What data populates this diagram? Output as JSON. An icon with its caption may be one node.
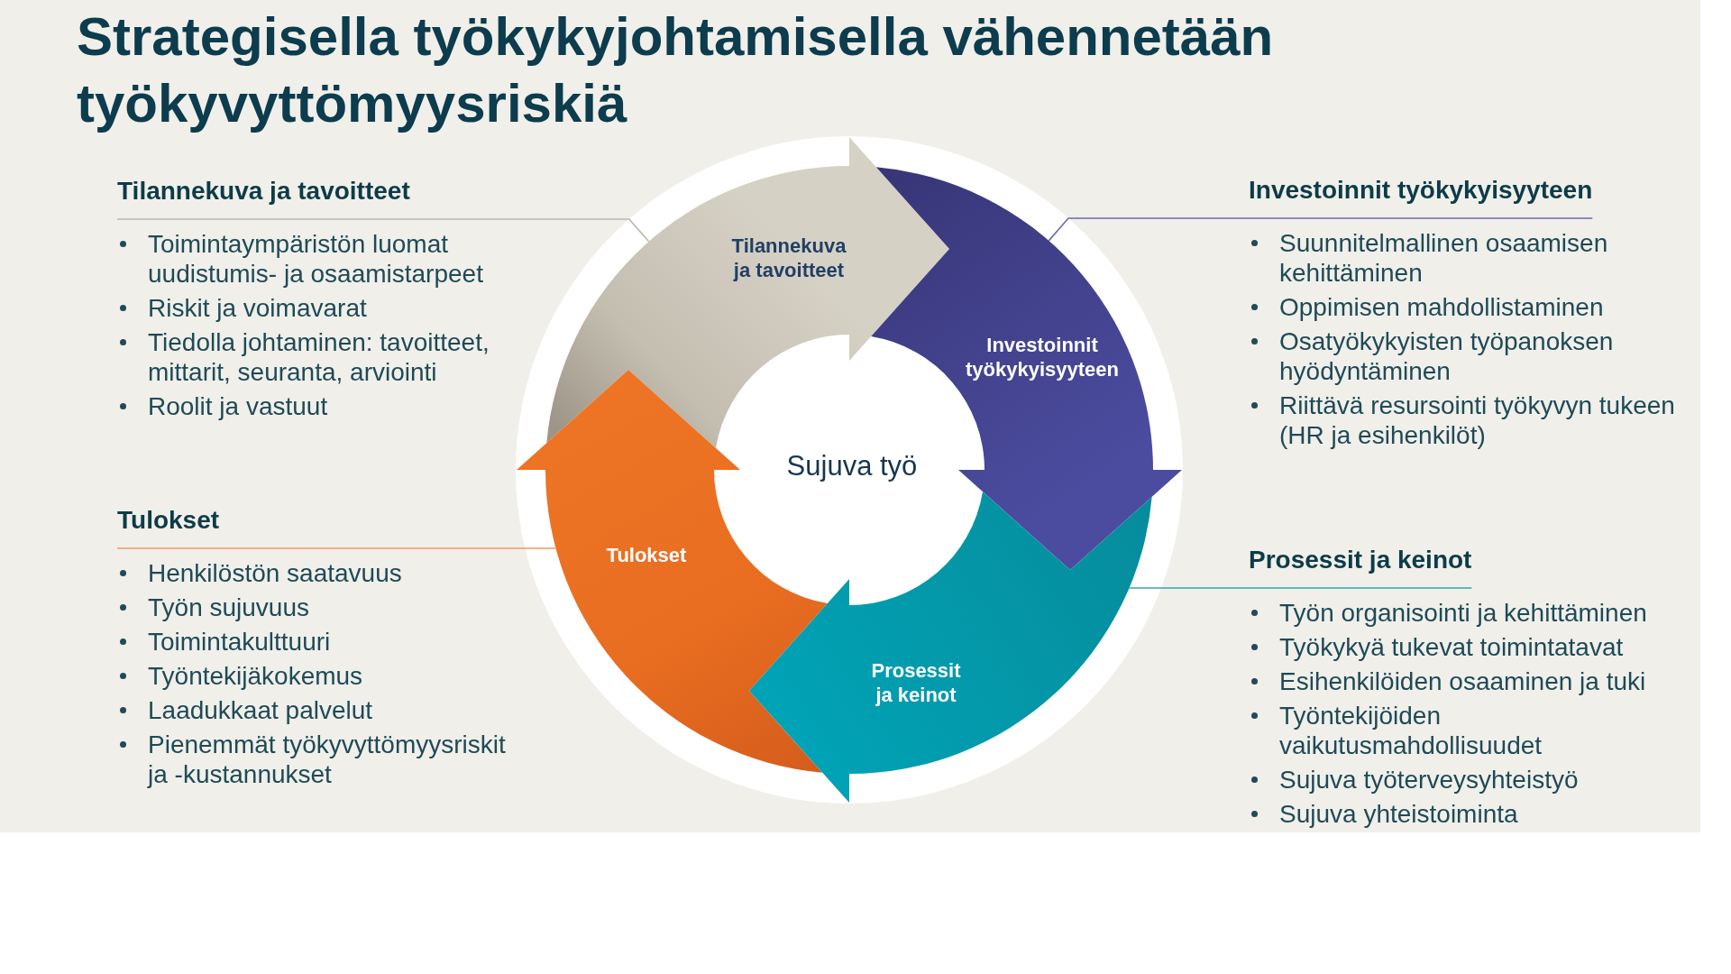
{
  "diagram": {
    "title": "Strategisella työkykyjohtamisella vähennetään työkyvyttömyysriskiä",
    "nodes": [
      {
        "text": [
          "Tilannekuva ja tavoitteet"
        ],
        "beside": [
          "Toimintaympäristön luomat uudistumis- ja osaamistarpeet",
          "Riskit ja voimavarat",
          "Tiedolla johtaminen: tavoitteet, mittarit, seuranta, arviointi",
          "Roolit ja vastuut"
        ]
      },
      {
        "text": [
          "Tilannekuva ja tavoitteet"
        ]
      },
      {
        "text": [
          "Investoinnit työkykyisyyteen"
        ]
      },
      {
        "text": [
          "Investoinnit työkykyisyyteen"
        ],
        "beside": [
          "Suunnitelmallinen osaamisen kehittäminen",
          "Oppimisen mahdollistaminen",
          "Osatyökykyisten työpanoksen hyödyntäminen",
          "Riittävä resursointi työkyvyn tukeen (HR ja esihenkilöt)"
        ]
      },
      {
        "text": [
          "Sujuva työ"
        ]
      },
      {
        "text": [
          "Tulokset"
        ],
        "beside": [
          "Henkilöstön saatavuus",
          "Työn sujuvuus",
          "Toimintakulttuuri",
          "Työntekijäkokemus",
          "Laadukkaat palvelut",
          "Pienemmät työkyvyttömyysriskit ja -kustannukset"
        ]
      },
      {
        "text": [
          "Tulokset"
        ]
      },
      {
        "text": [
          "Prosessit ja keinot"
        ]
      },
      {
        "text": [
          "Prosessit ja keinot"
        ],
        "beside": [
          "Työn organisointi ja kehittäminen",
          "Työkykyä tukevat toimintatavat",
          "Esihenkilöiden osaaminen ja tuki",
          "Työntekijöiden vaikutusmahdollisuudet",
          "Sujuva työterveysyhteistyö",
          "Sujuva yhteistoiminta"
        ]
      }
    ],
    "edges": [
      {
        "from": 0,
        "to": 1,
        "arrow": "none",
        "color": "#bcb7ab"
      },
      {
        "from": 3,
        "to": 2,
        "arrow": "none",
        "color": "#6a6aae"
      },
      {
        "from": 5,
        "to": 6,
        "arrow": "none",
        "color": "#ee9a62"
      },
      {
        "from": 8,
        "to": 7,
        "arrow": "none",
        "color": "#3aa2b0"
      }
    ]
  }
}
